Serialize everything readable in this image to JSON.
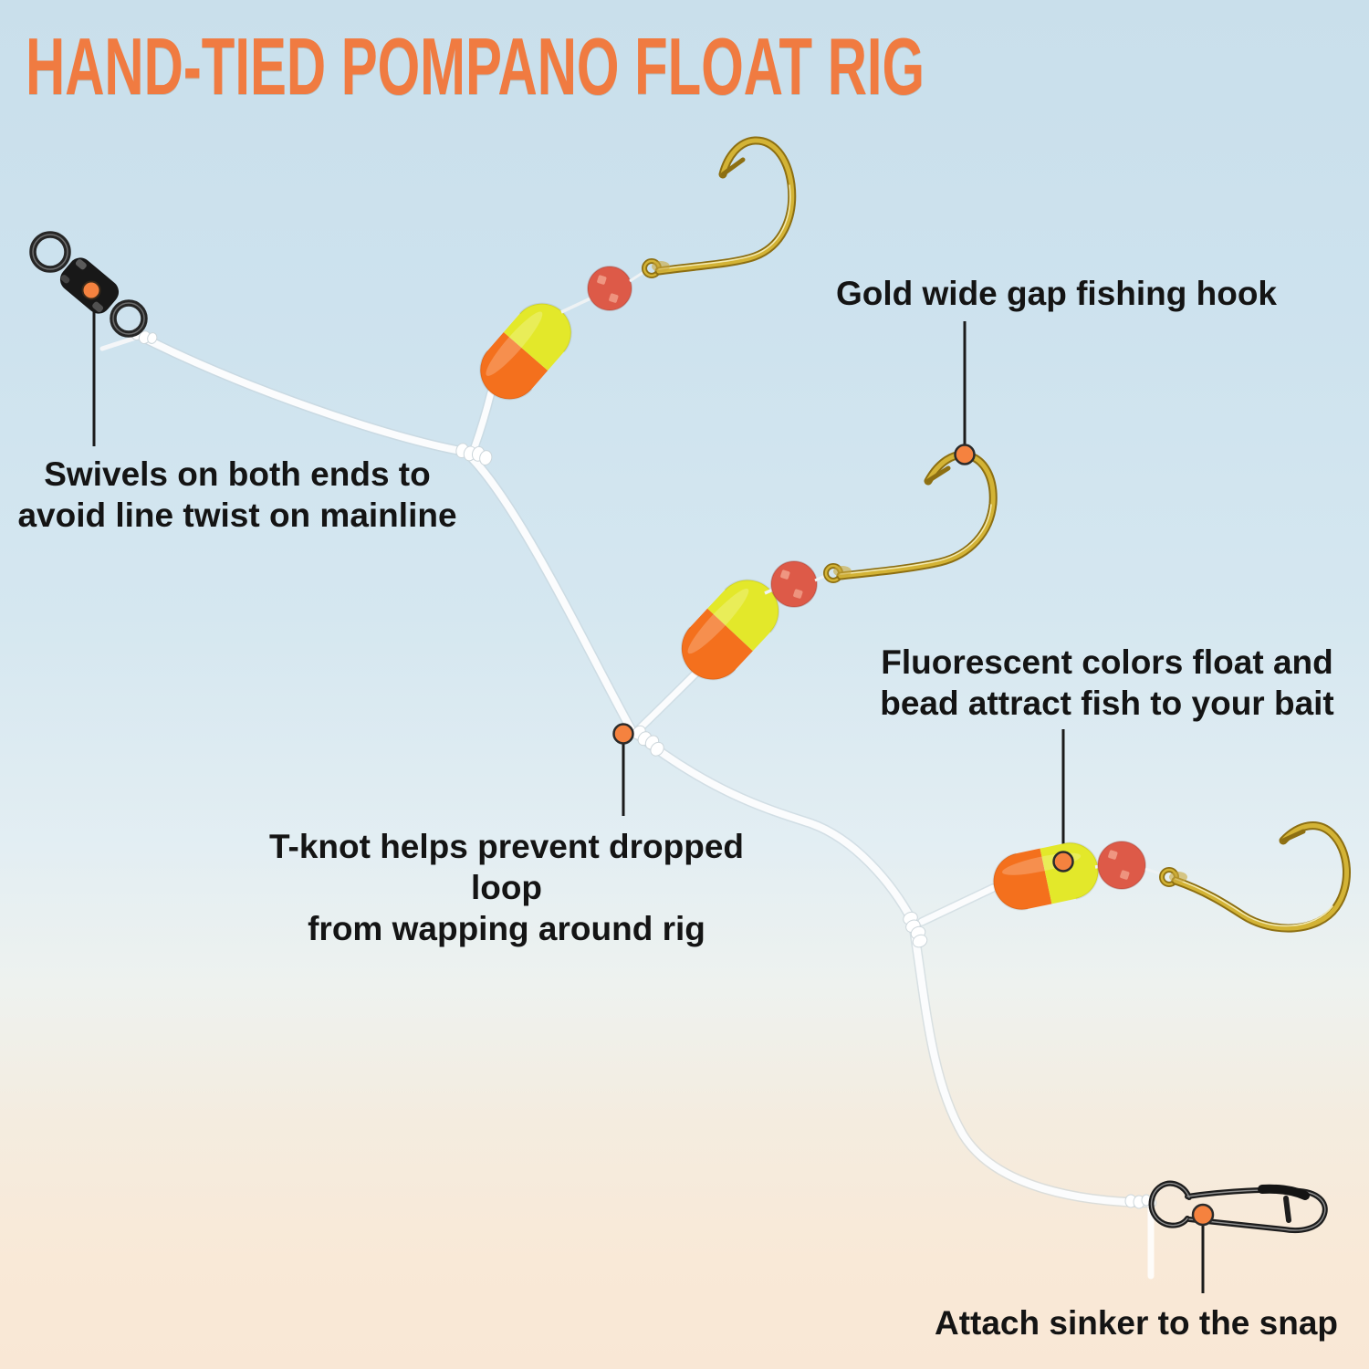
{
  "title": {
    "text": "HAND-TIED POMPANO FLOAT RIG",
    "color": "#f07b41"
  },
  "annotations": {
    "swivel": {
      "lines": [
        "Swivels on both ends to",
        "avoid line twist on mainline"
      ]
    },
    "gold_hook": {
      "lines": [
        "Gold wide gap fishing hook"
      ]
    },
    "fluorescent": {
      "lines": [
        "Fluorescent colors float and",
        "bead attract fish to your bait"
      ]
    },
    "t_knot": {
      "lines": [
        "T-knot helps prevent dropped loop",
        "from wapping around rig"
      ]
    },
    "snap": {
      "lines": [
        "Attach sinker to the snap"
      ]
    }
  },
  "parts": {
    "swivel": "barrel-swivel",
    "line": "white-mono-leader-line",
    "floats": "orange-yellow-pompano-floats",
    "beads": "red-attractor-beads",
    "hooks": "gold-wide-gap-hooks",
    "snap": "duo-lock-snap",
    "knots": "t-knots"
  },
  "colors": {
    "background_top": "#c9dfeb",
    "background_bottom": "#f9e7d5",
    "title_orange": "#f07b41",
    "callout_dot": "#f5823f",
    "float_orange": "#f4701d",
    "float_yellow": "#e3e82a",
    "bead_red": "#dd5a48",
    "hook_gold": "#c9a32f",
    "line_white": "#fcfdfe",
    "text_black": "#141414"
  }
}
